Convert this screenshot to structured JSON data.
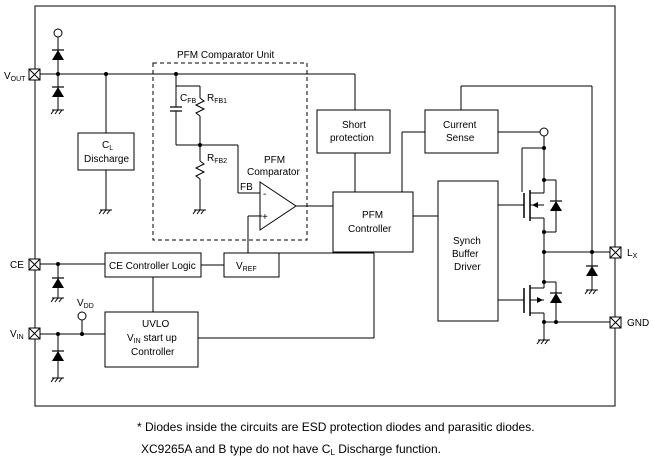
{
  "pins": {
    "vout_main": "V",
    "vout_sub": "OUT",
    "ce": "CE",
    "vin_main": "V",
    "vin_sub": "IN",
    "lx_main": "L",
    "lx_sub": "X",
    "gnd": "GND",
    "vdd_main": "V",
    "vdd_sub": "DD"
  },
  "blocks": {
    "pfm_unit_title": "PFM Comparator Unit",
    "cl_discharge_l1_main": "C",
    "cl_discharge_l1_sub": "L",
    "cl_discharge_l2": "Discharge",
    "cfb_main": "C",
    "cfb_sub": "FB",
    "rfb1_main": "R",
    "rfb1_sub": "FB1",
    "rfb2_main": "R",
    "rfb2_sub": "FB2",
    "pfm_comp_l1": "PFM",
    "pfm_comp_l2": "Comparator",
    "fb": "FB",
    "minus": "-",
    "plus": "+",
    "short_l1": "Short",
    "short_l2": "protection",
    "current_l1": "Current",
    "current_l2": "Sense",
    "pfm_ctrl_l1": "PFM",
    "pfm_ctrl_l2": "Controller",
    "synch_l1": "Synch",
    "synch_l2": "Buffer",
    "synch_l3": "Driver",
    "ce_logic": "CE Controller Logic",
    "vref_main": "V",
    "vref_sub": "REF",
    "uvlo_l1": "UVLO",
    "uvlo_l2_main": "V",
    "uvlo_l2_sub": "IN",
    "uvlo_l2_rest": " start up",
    "uvlo_l3": "Controller"
  },
  "footnote": {
    "line1": "* Diodes inside the circuits are ESD protection diodes and parasitic diodes.",
    "line2_a": "XC9265A and B type do not have C",
    "line2_sub": "L",
    "line2_b": " Discharge function."
  }
}
